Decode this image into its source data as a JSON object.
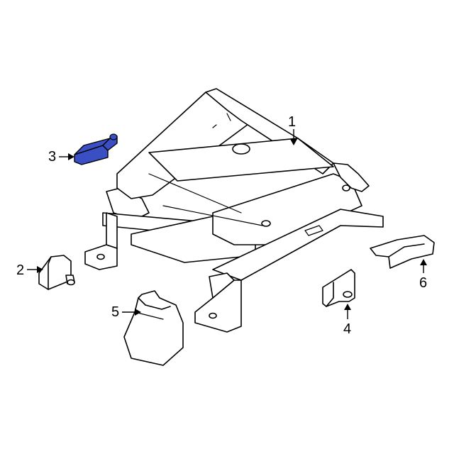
{
  "diagram": {
    "highlight_color": "#3b4fc4",
    "line_color": "#000000",
    "background": "#ffffff",
    "parts": [
      {
        "id": "1",
        "label": "1"
      },
      {
        "id": "2",
        "label": "2"
      },
      {
        "id": "3",
        "label": "3",
        "highlighted": true
      },
      {
        "id": "4",
        "label": "4"
      },
      {
        "id": "5",
        "label": "5"
      },
      {
        "id": "6",
        "label": "6"
      }
    ]
  }
}
